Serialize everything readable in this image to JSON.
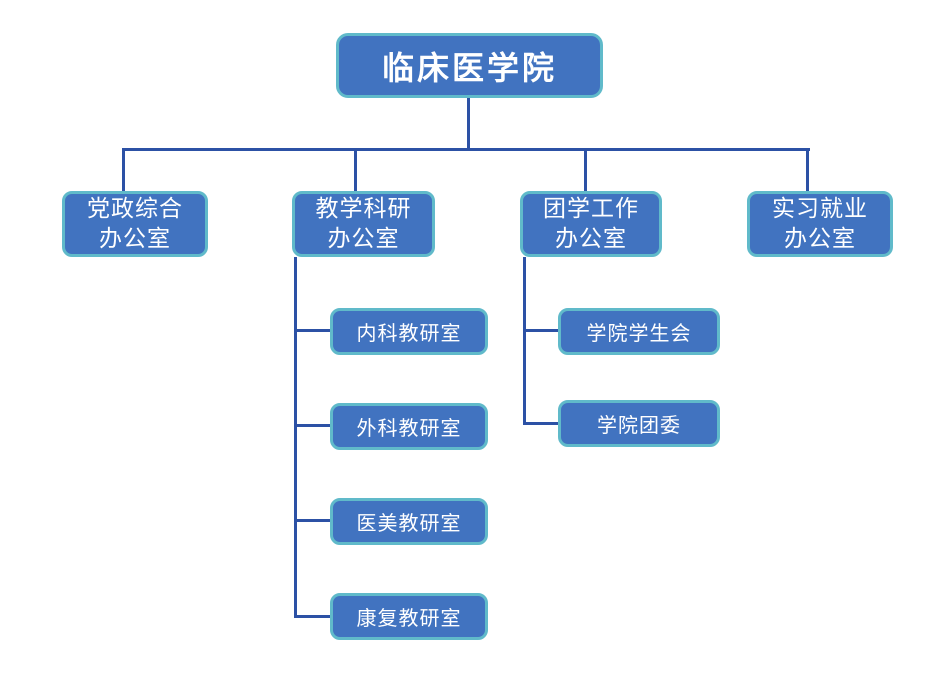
{
  "colors": {
    "background": "#FFFFFF",
    "box_fill": "#4173C0",
    "box_border": "#60BACA",
    "connector": "#2C51A5",
    "text": "#FFFFFF"
  },
  "org_chart": {
    "root": {
      "label": "临床医学院"
    },
    "departments": [
      {
        "label": "党政综合\n办公室",
        "children": []
      },
      {
        "label": "教学科研\n办公室",
        "children": [
          "内科教研室",
          "外科教研室",
          "医美教研室",
          "康复教研室"
        ]
      },
      {
        "label": "团学工作\n办公室",
        "children": [
          "学院学生会",
          "学院团委"
        ]
      },
      {
        "label": "实习就业\n办公室",
        "children": []
      }
    ]
  }
}
